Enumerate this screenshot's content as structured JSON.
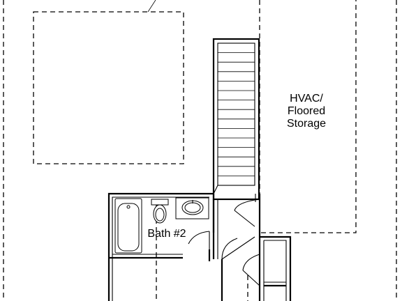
{
  "rooms": {
    "hvac_line1": "HVAC/",
    "hvac_line2": "Floored",
    "hvac_line3": "Storage",
    "bath": "Bath #2"
  },
  "stair_treads": 14
}
